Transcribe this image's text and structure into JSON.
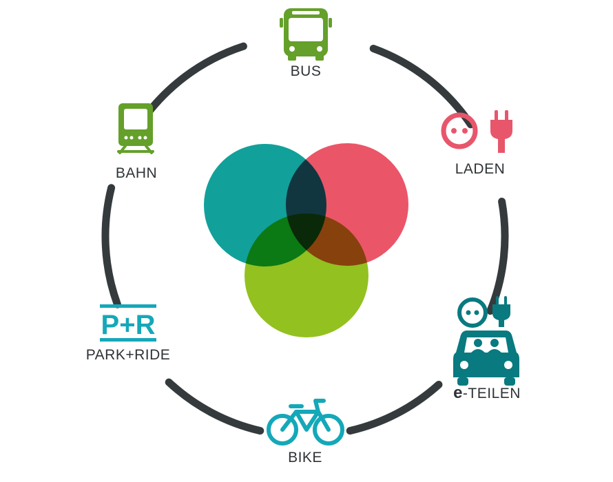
{
  "colors": {
    "ring": "#353a3d",
    "green": "#64a02a",
    "red": "#e8566b",
    "teal": "#087a80",
    "cyan": "#14a8b9",
    "circle_teal": "#12a09a",
    "circle_red": "#eb5568",
    "circle_green": "#93c120",
    "text": "#2e3336"
  },
  "nodes": {
    "bus": {
      "label": "BUS",
      "icon": "bus-icon"
    },
    "laden": {
      "label": "LADEN",
      "icon": "power-socket-plug-icon"
    },
    "eteilen": {
      "prefix": "e",
      "label": "-TEILEN",
      "icon": "car-sharing-icon"
    },
    "bike": {
      "label": "BIKE",
      "icon": "bicycle-icon"
    },
    "parkride": {
      "badge": "P+R",
      "label": "PARK+RIDE",
      "icon": "park-and-ride-sign"
    },
    "bahn": {
      "label": "BAHN",
      "icon": "tram-icon"
    }
  }
}
